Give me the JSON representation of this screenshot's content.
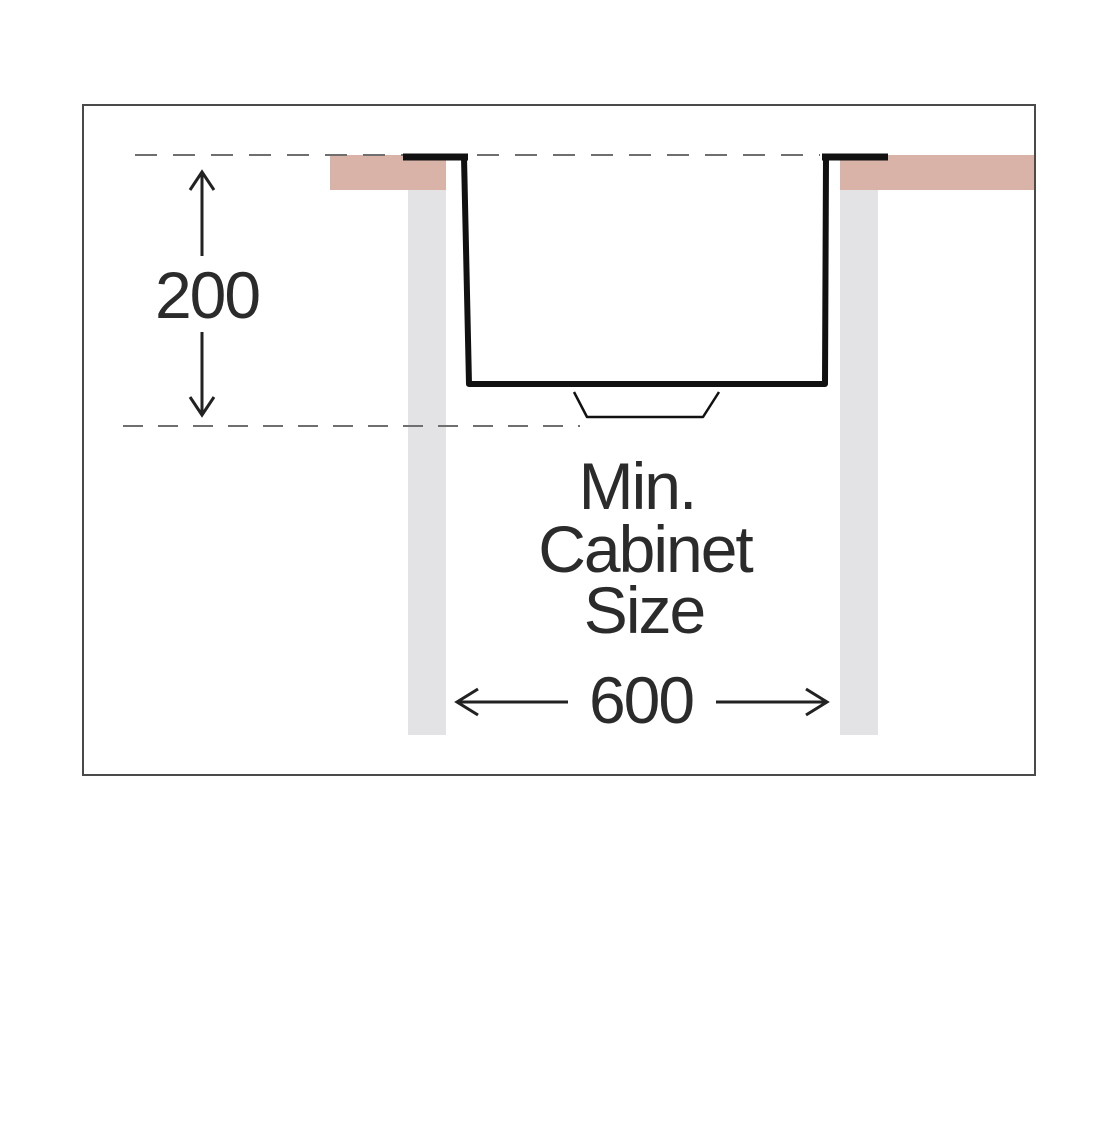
{
  "diagram": {
    "height_dimension": "200",
    "width_dimension": "600",
    "cabinet_label": {
      "line1": "Min.",
      "line2": "Cabinet",
      "line3": "Size"
    },
    "colors": {
      "frame": "#4a4a4a",
      "sink_outline": "#111111",
      "countertop": "#d9b3a8",
      "cabinet_panel": "#e3e3e6",
      "dashed_guide": "#6f6f6f",
      "arrow": "#222222",
      "text": "#2b2b2b"
    }
  }
}
